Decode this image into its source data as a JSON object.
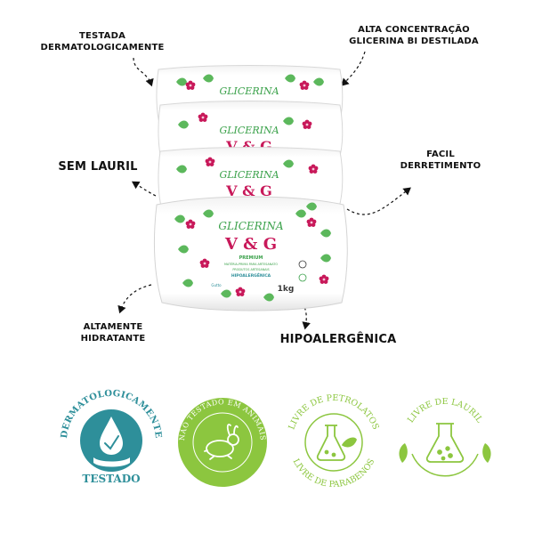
{
  "callouts": {
    "testada": [
      "TESTADA",
      "DERMATOLOGICAMENTE"
    ],
    "alta": [
      "ALTA CONCENTRAÇÃO",
      "GLICERINA BI DESTILADA"
    ],
    "sem_lauril": "SEM LAURIL",
    "facil": [
      "FACIL",
      "DERRETIMENTO"
    ],
    "hidratante": [
      "ALTAMENTE",
      "HIDRATANTE"
    ],
    "hipoalergenica": "HIPOALERGÊNICA"
  },
  "package": {
    "brand_script": "GLICERINA",
    "brand_main": "V & G",
    "premium": "PREMIUM",
    "line1": "MATÉRIA-PRIMA PARA ARTESANATO",
    "line2": "PRODUTOS ARTESANAIS",
    "hipo": "HIPOALERGÊNICA",
    "weight": "1kg",
    "maker": "Gutto"
  },
  "seals": [
    {
      "top_text": "DERMATOLOGICAMENTE",
      "bottom_text": "TESTADO",
      "color": "#2e8f9a"
    },
    {
      "ring_text": "NÃO TESTADO EM ANIMAIS",
      "color": "#8cc63f"
    },
    {
      "top_text": "LIVRE DE PETROLATOS",
      "bottom_text": "LIVRE DE PARABENOS",
      "color": "#8cc63f"
    },
    {
      "top_text": "LIVRE DE LAURIL",
      "color": "#8cc63f"
    }
  ],
  "colors": {
    "pink": "#c8195a",
    "green": "#3aa14a",
    "leaf": "#5cb85c",
    "teal": "#2e8f9a",
    "lime": "#8cc63f"
  }
}
